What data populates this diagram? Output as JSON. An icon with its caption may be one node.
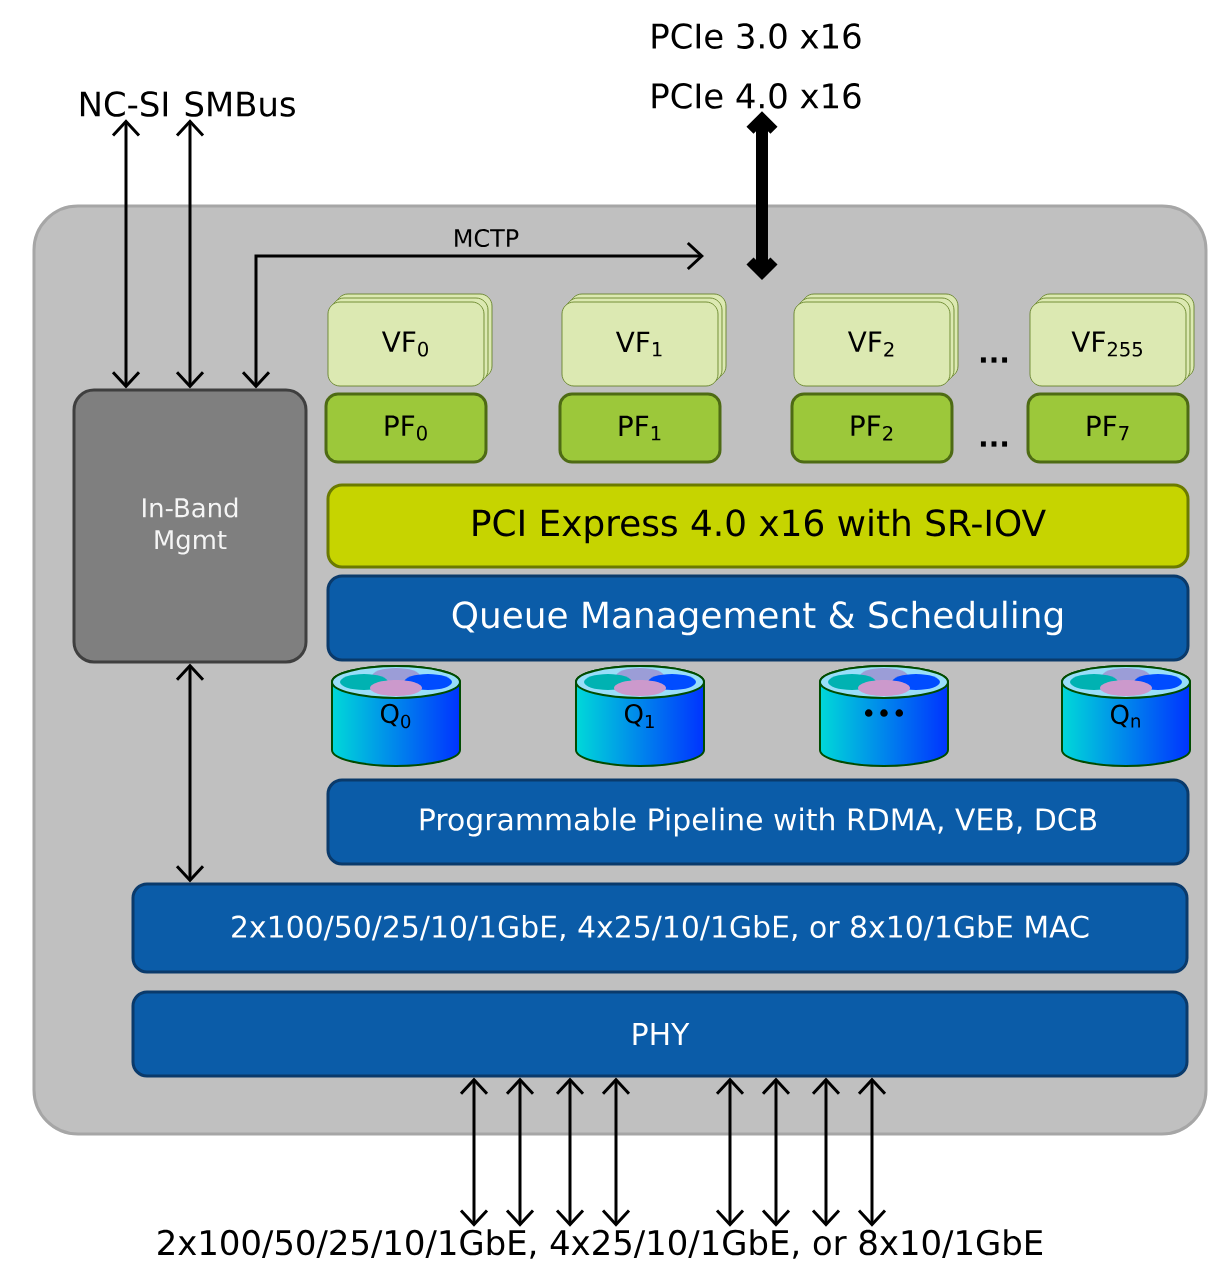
{
  "diagram": {
    "nodes": [
      {
        "text": [],
        "shape": "box"
      },
      {
        "text": [
          "NC-SI"
        ]
      },
      {
        "text": [
          "SMBus"
        ]
      },
      {
        "text": [
          "PCIe 3.0 x16",
          "PCIe 4.0 x16"
        ]
      },
      {
        "text": [
          "In-Band Mgmt"
        ],
        "in": 0
      },
      {
        "text": [
          "VF$_{0}$"
        ],
        "in": 0
      },
      {
        "text": [
          "VF$_{1}$"
        ],
        "in": 0
      },
      {
        "text": [
          "VF$_{2}$"
        ],
        "in": 0
      },
      {
        "text": [
          "VF$_{255}$"
        ],
        "in": 0
      },
      {
        "text": [
          "PF$_{0}$"
        ],
        "in": 0
      },
      {
        "text": [
          "PF$_{1}$"
        ],
        "in": 0
      },
      {
        "text": [
          "PF$_{2}$"
        ],
        "in": 0
      },
      {
        "text": [
          "PF$_{7}$"
        ],
        "in": 0
      },
      {
        "text": [
          "PCI Express 4.0 x16 with SR-IOV"
        ],
        "in": 0
      },
      {
        "text": [
          "Queue Management & Scheduling"
        ],
        "in": 0
      },
      {
        "text": [
          "Q$_{0}$"
        ],
        "in": 0
      },
      {
        "text": [
          "Q$_{1}$"
        ],
        "in": 0
      },
      {
        "text": [
          "•••"
        ],
        "in": 0
      },
      {
        "text": [
          "Q$_{n}$"
        ],
        "in": 0
      },
      {
        "text": [
          "Programmable Pipeline with RDMA, VEB, DCB"
        ],
        "in": 0
      },
      {
        "text": [
          "2x100/50/25/10/1GbE, 4x25/10/1GbE, or 8x10/1GbE MAC"
        ],
        "in": 0
      },
      {
        "text": [
          "PHY"
        ],
        "in": 0
      },
      {
        "text": [
          "2x100/50/25/10/1GbE, 4x25/10/1GbE, or 8x10/1GbE"
        ]
      }
    ],
    "edges": [
      {
        "from": 1,
        "to": 4,
        "arrow": "both"
      },
      {
        "from": 2,
        "to": 4,
        "arrow": "both"
      },
      {
        "from": 4,
        "to": null,
        "arrow": "both",
        "label": "MCTP"
      },
      {
        "from": 3,
        "to": null,
        "arrow": "both",
        "style": "thick"
      },
      {
        "from": 4,
        "to": 20,
        "arrow": "both"
      },
      {
        "from": 21,
        "to": 22,
        "arrow": "both"
      },
      {
        "from": 21,
        "to": 22,
        "arrow": "both"
      },
      {
        "from": 21,
        "to": 22,
        "arrow": "both"
      },
      {
        "from": 21,
        "to": 22,
        "arrow": "both"
      },
      {
        "from": 21,
        "to": 22,
        "arrow": "both"
      },
      {
        "from": 21,
        "to": 22,
        "arrow": "both"
      },
      {
        "from": 21,
        "to": 22,
        "arrow": "both"
      },
      {
        "from": 21,
        "to": 22,
        "arrow": "both"
      }
    ],
    "labels": [
      "...",
      "..."
    ]
  }
}
